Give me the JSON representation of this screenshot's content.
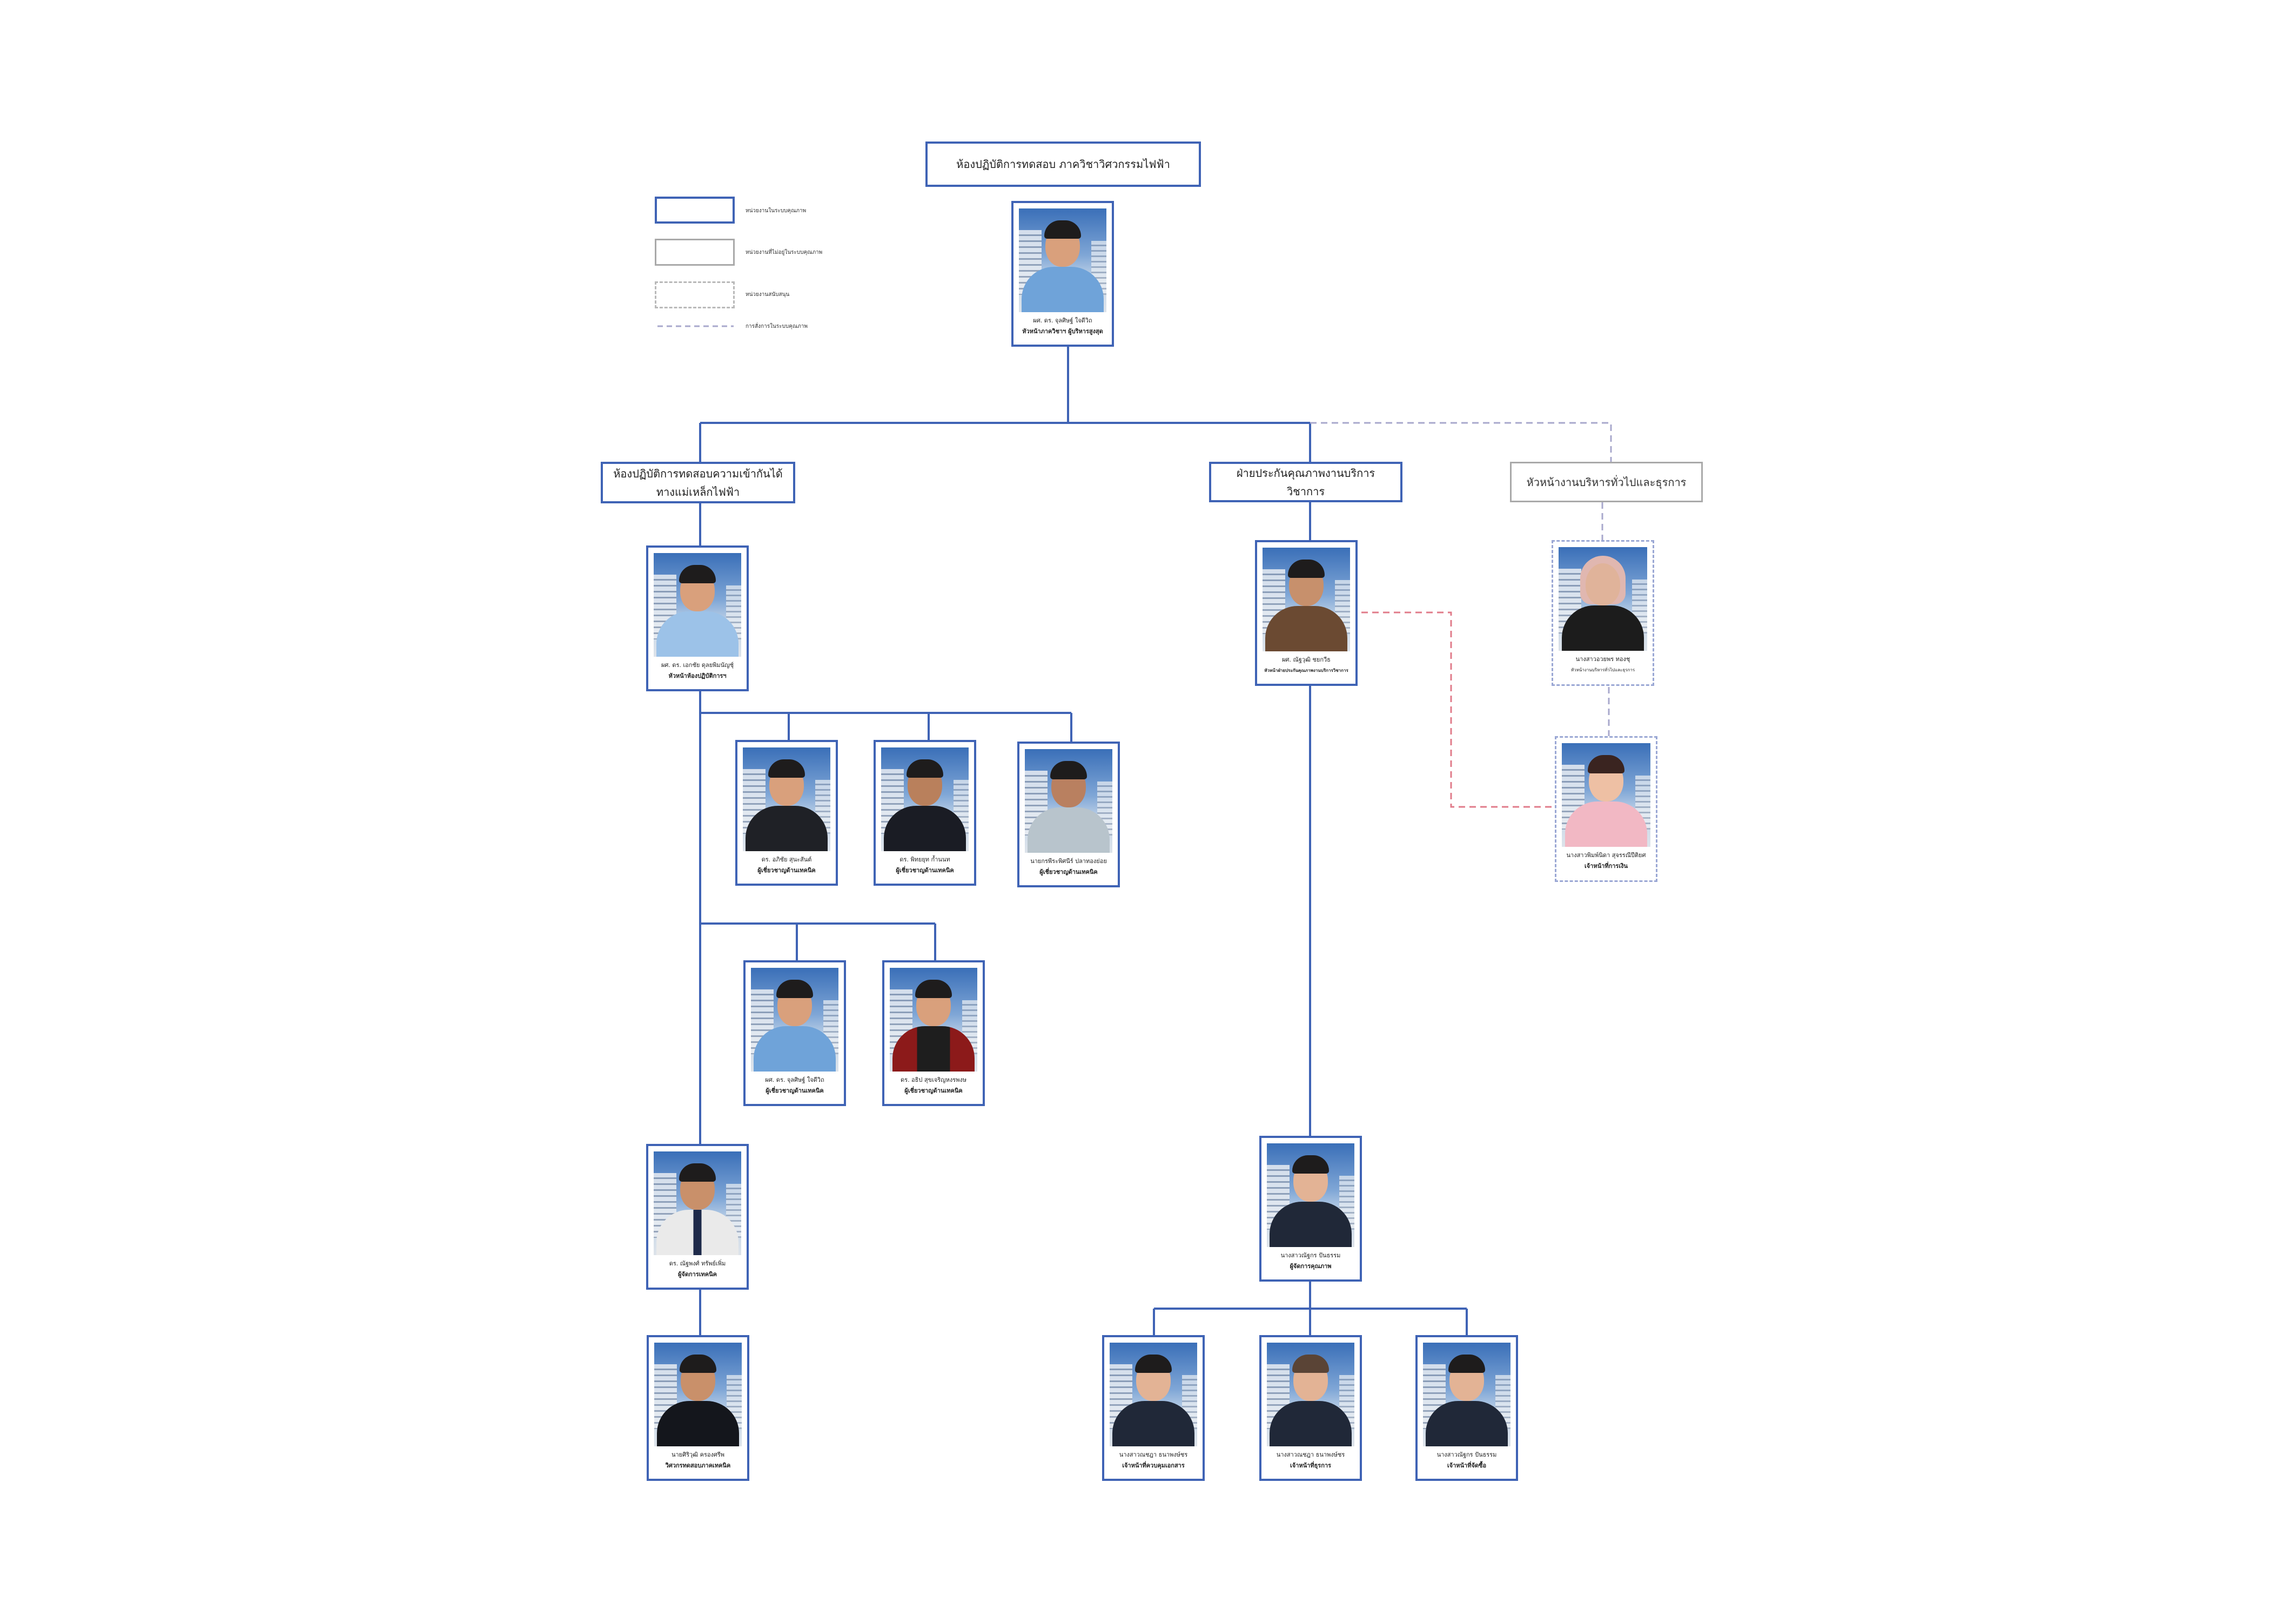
{
  "top": {
    "title": "ห้องปฏิบัติการทดสอบ ภาควิชาวิศวกรรมไฟฟ้า",
    "head": {
      "name": "ผศ. ดร. จุลศิษฐ์ ใจดีวิถ",
      "role": "หัวหน้าภาควิชาฯ ผู้บริหารสูงสุด"
    }
  },
  "legend": {
    "item1": "หน่วยงานในระบบคุณภาพ",
    "item2": "หน่วยงานที่ไม่อยู่ในระบบคุณภาพ",
    "item3": "หน่วยงานสนับสนุน",
    "item4": "การสั่งการในระบบคุณภาพ"
  },
  "units": {
    "emc_lab": "ห้องปฏิบัติการทดสอบความเข้ากันได้ทางแม่เหล็กไฟฟ้า",
    "qa": "ฝ่ายประกันคุณภาพงานบริการวิชาการ",
    "admin": "หัวหน้างานบริหารทั่วไปและธุรการ"
  },
  "people": {
    "lab_head": {
      "name": "ผศ. ดร. เอกชัย ดุลยพิมนัญชุ์",
      "role": "หัวหน้าห้องปฏิบัติการฯ"
    },
    "tech1": {
      "name": "ดร. อภิชัย สุนะสันต์",
      "role": "ผู้เชี่ยวชาญด้านเทคนิค"
    },
    "tech2": {
      "name": "ดร. พิทยยุท ก้ำนนท",
      "role": "ผู้เชี่ยวชาญด้านเทคนิค"
    },
    "tech3": {
      "name": "นายกรพีระพิศนีร์ ปลาทองย่อย",
      "role": "ผู้เชี่ยวชาญด้านเทคนิค"
    },
    "tech4": {
      "name": "ผศ. ดร. จุลศิษฐ์ ใจดีวิถ",
      "role": "ผู้เชี่ยวชาญด้านเทคนิค"
    },
    "tech5": {
      "name": "ดร. อธิป สุขเจริญหงรพงษ",
      "role": "ผู้เชี่ยวชาญด้านเทคนิค"
    },
    "tech_manager": {
      "name": "ดร. ณัฐพงศ์ ทรัพย์เพิ่ม",
      "role": "ผู้จัดการเทคนิค"
    },
    "test_engineer": {
      "name": "นายศิริวุฒิ ครองศรีพ",
      "role": "วิศวกรทดสอบภาคเทคนิค"
    },
    "qa_head": {
      "name": "ผศ. ณัฐวุฒิ ชยกวีธ",
      "role": "หัวหน้าฝ่ายประกันคุณภาพงานบริการวิชาการ"
    },
    "admin_head": {
      "name": "นางสาวอวยพร ทองชุ",
      "role": "หัวหน้างานบริหารทั่วไปและธุรการ"
    },
    "finance": {
      "name": "นางสาวพิมพ์นิดา สุจรรณีปีติยศ",
      "role": "เจ้าหน้าที่การเงิน"
    },
    "quality_manager": {
      "name": "นางสาวณัฐกร ปันธรรม",
      "role": "ผู้จัดการคุณภาพ"
    },
    "doc_control": {
      "name": "นางสาวณชฎา ธนาพงษ์ชร",
      "role": "เจ้าหน้าที่ควบคุมเอกสาร"
    },
    "procurement": {
      "name": "นางสาวณชฎา ธนาพงษ์ชร",
      "role": "เจ้าหน้าที่ธุรการ"
    },
    "purchasing": {
      "name": "นางสาวณัฐกร ปันธรรม",
      "role": "เจ้าหน้าที่จัดซื้อ"
    }
  },
  "colors": {
    "line": "#3f63b5",
    "dashed_red": "#e07b8a",
    "dashed_grey": "#a8a8cc",
    "border_grey": "#a9a9a9"
  }
}
